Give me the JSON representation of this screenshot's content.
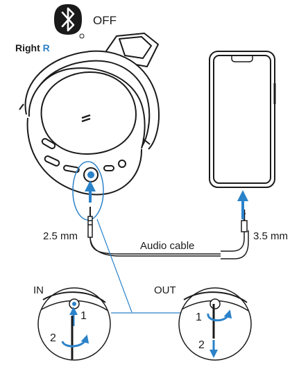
{
  "bluetooth": {
    "state": "OFF",
    "icon": "bluetooth-icon"
  },
  "side_label": {
    "text": "Right",
    "letter": "R"
  },
  "labels": {
    "plug_small": "2.5 mm",
    "plug_large": "3.5 mm",
    "cable": "Audio cable",
    "in": "IN",
    "out": "OUT"
  },
  "steps": {
    "in_step1": "1",
    "in_step2": "2",
    "out_step1": "1",
    "out_step2": "2"
  },
  "colors": {
    "accent": "#2a82c9",
    "line": "#1a1a1a"
  }
}
